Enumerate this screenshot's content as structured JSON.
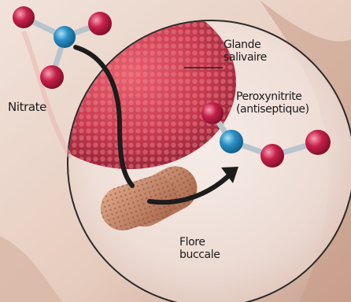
{
  "labels": {
    "nitrate": "Nitrate",
    "glande": "Glande\nsalivaire",
    "peroxynitrite": "Peroxynitrite\n(antiseptique)",
    "flore": "Flore\nbuccale"
  },
  "colors": {
    "oxygen_atom": "#c8204a",
    "nitrogen_atom": "#2a8ec4",
    "bond": "#b8c4cc",
    "gland": "#c83a50",
    "bacteria": "#c48262",
    "arrow": "#1c1c1c",
    "circle_outline": "#2a2a2a"
  }
}
